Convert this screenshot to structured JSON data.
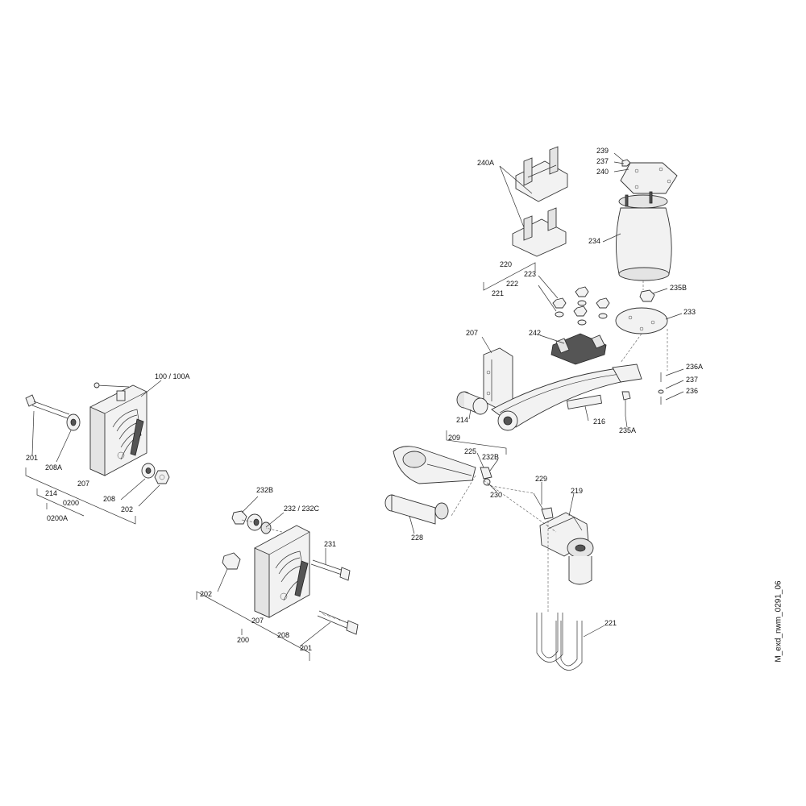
{
  "drawing_code": "M_exd_nwm_0291_06",
  "labels": {
    "l239": "239",
    "l237a": "237",
    "l240": "240",
    "l240A": "240A",
    "l234": "234",
    "l220": "220",
    "l223": "223",
    "l222": "222",
    "l221a": "221",
    "l235B": "235B",
    "l233": "233",
    "l207a": "207",
    "l242": "242",
    "l236A": "236A",
    "l237b": "237",
    "l236": "236",
    "l214a": "214",
    "l216": "216",
    "l235A": "235A",
    "l209": "209",
    "l225": "225",
    "l232Ba": "232B",
    "l230": "230",
    "l229": "229",
    "l219": "219",
    "l228": "228",
    "l221b": "221",
    "l100": "100 / 100A",
    "l201a": "201",
    "l208A": "208A",
    "l207b": "207",
    "l214b": "214",
    "l0200": "0200",
    "l0200A": "0200A",
    "l208a": "208",
    "l202a": "202",
    "l232Bb": "232B",
    "l232": "232 / 232C",
    "l231": "231",
    "l202b": "202",
    "l207c": "207",
    "l200": "200",
    "l208b": "208",
    "l201b": "201"
  }
}
